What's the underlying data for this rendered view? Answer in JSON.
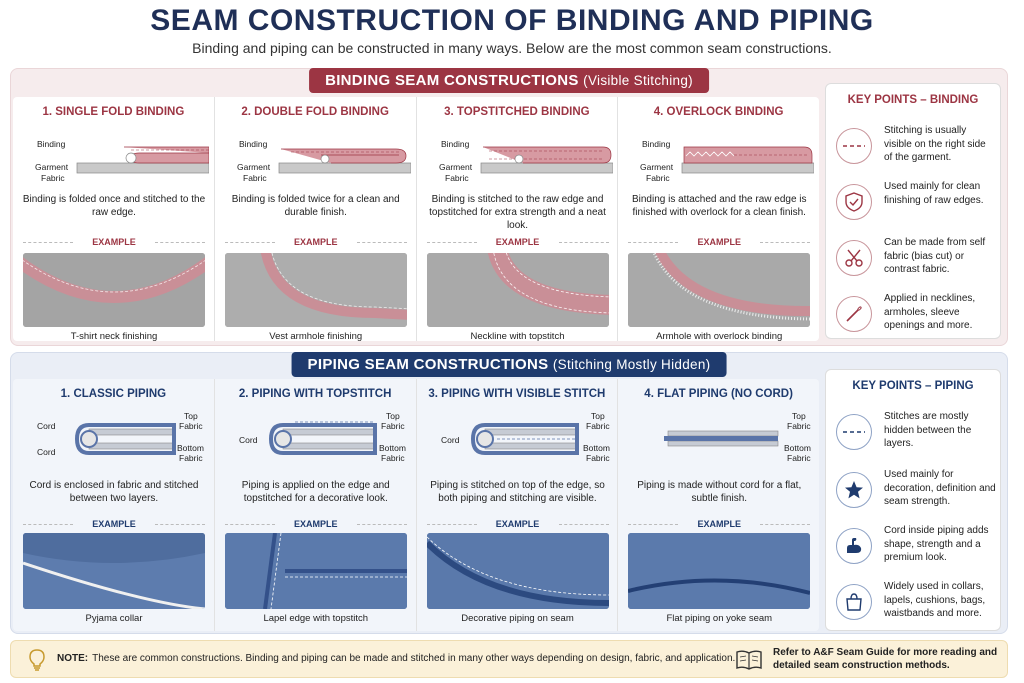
{
  "title": "SEAM CONSTRUCTION OF BINDING AND PIPING",
  "subtitle": "Binding and piping can be constructed in many ways. Below are the most common seam constructions.",
  "binding": {
    "banner": "BINDING SEAM CONSTRUCTIONS",
    "banner_sub": "(Visible Stitching)",
    "example_label": "EXAMPLE",
    "diagram_labels": {
      "binding": "Binding",
      "garment": "Garment",
      "fabric": "Fabric"
    },
    "colors": {
      "accent": "#9c3543",
      "binding_fill": "#d79aa2",
      "fabric_fill": "#c9c9c9"
    },
    "cards": [
      {
        "title": "1. SINGLE FOLD BINDING",
        "desc": "Binding is folded once and stitched to the raw edge.",
        "caption": "T-shirt neck finishing"
      },
      {
        "title": "2. DOUBLE FOLD BINDING",
        "desc": "Binding is folded twice for a clean and durable finish.",
        "caption": "Vest armhole finishing"
      },
      {
        "title": "3. TOPSTITCHED BINDING",
        "desc": "Binding is stitched to the raw edge and topstitched for extra strength and a neat look.",
        "caption": "Neckline with topstitch"
      },
      {
        "title": "4. OVERLOCK BINDING",
        "desc": "Binding is attached and the raw edge is finished with overlock for a clean finish.",
        "caption": "Armhole with overlock binding"
      }
    ],
    "keypoints": {
      "title": "KEY POINTS – BINDING",
      "items": [
        {
          "icon": "dashed-line-icon",
          "text": "Stitching is usually visible on the right side of the garment."
        },
        {
          "icon": "shield-icon",
          "text": "Used mainly for clean finishing of raw edges."
        },
        {
          "icon": "scissors-icon",
          "text": "Can be made from self fabric (bias cut) or contrast fabric."
        },
        {
          "icon": "needle-icon",
          "text": "Applied in necklines, armholes, sleeve openings and more."
        }
      ]
    }
  },
  "piping": {
    "banner": "PIPING SEAM CONSTRUCTIONS",
    "banner_sub": "(Stitching Mostly Hidden)",
    "example_label": "EXAMPLE",
    "diagram_labels": {
      "cord": "Cord",
      "top": "Top",
      "bottom": "Bottom",
      "fabric": "Fabric"
    },
    "colors": {
      "accent": "#1f3b6e",
      "piping_fill": "#5a74a8",
      "fabric_fill": "#c6cbd4"
    },
    "cards": [
      {
        "title": "1. CLASSIC PIPING",
        "desc": "Cord is enclosed in fabric and stitched between two layers.",
        "caption": "Pyjama collar"
      },
      {
        "title": "2. PIPING WITH TOPSTITCH",
        "desc": "Piping is applied on the edge and topstitched for a decorative look.",
        "caption": "Lapel edge with topstitch"
      },
      {
        "title": "3. PIPING WITH VISIBLE STITCH",
        "desc": "Piping is stitched on top of the edge, so both piping and stitching are visible.",
        "caption": "Decorative piping on seam"
      },
      {
        "title": "4. FLAT PIPING (NO CORD)",
        "desc": "Piping is made without cord for a flat, subtle finish.",
        "caption": "Flat piping on yoke seam"
      }
    ],
    "keypoints": {
      "title": "KEY POINTS – PIPING",
      "items": [
        {
          "icon": "dashed-line-icon",
          "text": "Stitches are mostly hidden between the layers."
        },
        {
          "icon": "star-icon",
          "text": "Used mainly for decoration, definition and seam strength."
        },
        {
          "icon": "strength-arm-icon",
          "text": "Cord inside piping adds shape, strength and a premium look."
        },
        {
          "icon": "bag-icon",
          "text": "Widely used in collars, lapels, cushions, bags, waistbands and more."
        }
      ]
    }
  },
  "note": {
    "label": "NOTE:",
    "text": "These are common constructions. Binding and piping can be made and stitched in many other ways depending on design, fabric, and application.",
    "reference": "Refer to A&F Seam Guide for more reading and detailed seam construction methods."
  }
}
